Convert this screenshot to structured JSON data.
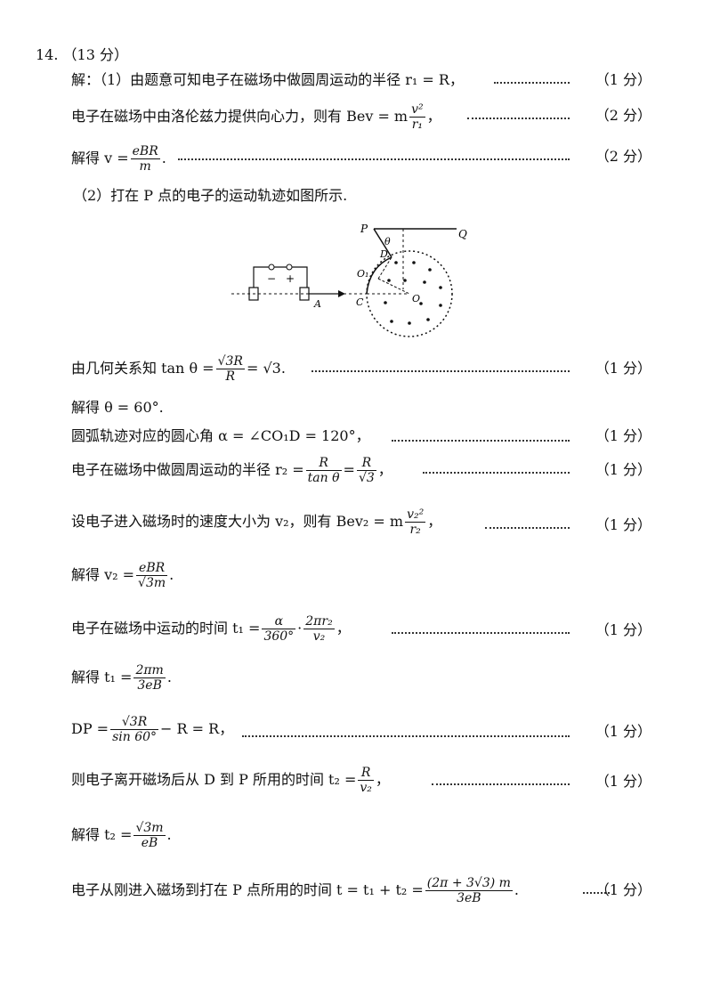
{
  "problem": {
    "number": "14.",
    "score": "（13 分）"
  },
  "lines": [
    {
      "text": "解：（1）由题意可知电子在磁场中做圆周运动的半径 r₁ = R，",
      "points": "（1 分）"
    },
    {
      "text_before": "电子在磁场中由洛伦兹力提供向心力，则有 Bev = m",
      "frac_num": "v²",
      "frac_den": "r₁",
      "text_after": "，",
      "points": "（2 分）"
    },
    {
      "text_before": "解得 v =",
      "frac_num": "eBR",
      "frac_den": "m",
      "text_after": ".",
      "points": "（2 分）"
    },
    {
      "text": "（2）打在 P 点的电子的运动轨迹如图所示."
    },
    {
      "text_before": "由几何关系知 tan θ =",
      "frac_num": "√3R",
      "frac_den": "R",
      "text_after": "= √3.",
      "points": "（1 分）"
    },
    {
      "text": "解得 θ = 60°."
    },
    {
      "text": "圆弧轨迹对应的圆心角 α = ∠CO₁D = 120°，",
      "points": "（1 分）"
    },
    {
      "text_before": "电子在磁场中做圆周运动的半径 r₂ =",
      "frac_num": "R",
      "frac_den": "tan θ",
      "mid": "=",
      "frac2_num": "R",
      "frac2_den": "√3",
      "text_after": "，",
      "points": "（1 分）"
    },
    {
      "text_before": "设电子进入磁场时的速度大小为 v₂，则有 Bev₂ = m",
      "frac_num": "v₂²",
      "frac_den": "r₂",
      "text_after": "，",
      "points": "（1 分）"
    },
    {
      "text_before": "解得 v₂ =",
      "frac_num": "eBR",
      "frac_den": "√3m",
      "text_after": "."
    },
    {
      "text_before": "电子在磁场中运动的时间 t₁ =",
      "frac_num": "α",
      "frac_den": "360°",
      "mid": "·",
      "frac2_num": "2πr₂",
      "frac2_den": "v₂",
      "text_after": "，",
      "points": "（1 分）"
    },
    {
      "text_before": "解得 t₁ =",
      "frac_num": "2πm",
      "frac_den": "3eB",
      "text_after": "."
    },
    {
      "text_before": "DP =",
      "frac_num": "√3R",
      "frac_den": "sin 60°",
      "text_after": "− R = R，",
      "points": "（1 分）"
    },
    {
      "text_before": "则电子离开磁场后从 D 到 P 所用的时间 t₂ =",
      "frac_num": "R",
      "frac_den": "v₂",
      "text_after": "，",
      "points": "（1 分）"
    },
    {
      "text_before": "解得 t₂ =",
      "frac_num": "√3m",
      "frac_den": "eB",
      "text_after": "."
    },
    {
      "text_before": "电子从刚进入磁场到打在 P 点所用的时间 t = t₁ + t₂ =",
      "frac_num": "(2π + 3√3) m",
      "frac_den": "3eB",
      "text_after": ".",
      "points": "（1 分）"
    }
  ],
  "diagram_labels": {
    "P": "P",
    "Q": "Q",
    "theta": "θ",
    "D": "D",
    "O1": "O₁",
    "O": "O",
    "C": "C",
    "A": "A",
    "minus": "−",
    "plus": "+"
  }
}
